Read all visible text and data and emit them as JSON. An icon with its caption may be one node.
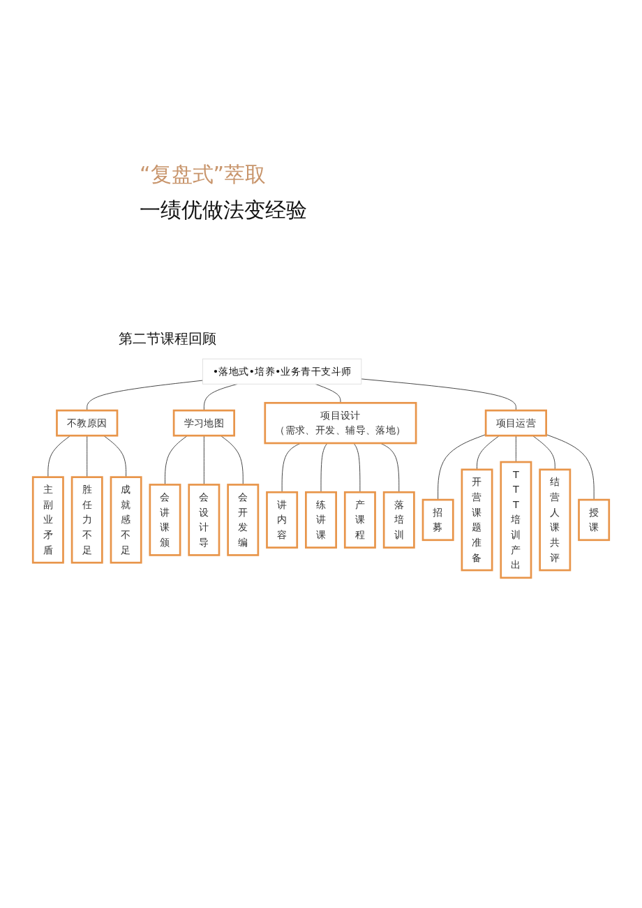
{
  "diagram": {
    "title": "“复盘式”萃取",
    "nodes": [
      {
        "text": [
          "•落地式•培养•业务青干支斗师"
        ]
      },
      {
        "text": [
          "不教原因"
        ]
      },
      {
        "text": [
          "学习地图"
        ]
      },
      {
        "text": [
          "项目设计",
          "（需求、开发、辅导、落地）"
        ]
      },
      {
        "text": [
          "项目运营"
        ]
      },
      {
        "text": [
          "主副业矛盾"
        ]
      },
      {
        "text": [
          "胜任力不足"
        ]
      },
      {
        "text": [
          "成就感不足"
        ]
      },
      {
        "text": [
          "会讲课颁"
        ]
      },
      {
        "text": [
          "会设计导"
        ]
      },
      {
        "text": [
          "会开发编"
        ]
      },
      {
        "text": [
          "讲内容"
        ]
      },
      {
        "text": [
          "练讲课"
        ]
      },
      {
        "text": [
          "产课程"
        ]
      },
      {
        "text": [
          "落培训"
        ]
      },
      {
        "text": [
          "招募"
        ]
      },
      {
        "text": [
          "开营课题准备"
        ]
      },
      {
        "text": [
          "TTT培训产出"
        ]
      },
      {
        "text": [
          "结营人课共评"
        ]
      },
      {
        "text": [
          "授课"
        ]
      }
    ],
    "edges": [
      {
        "from": 0,
        "to": 1,
        "arrow": "none"
      },
      {
        "from": 0,
        "to": 2,
        "arrow": "none"
      },
      {
        "from": 0,
        "to": 3,
        "arrow": "none"
      },
      {
        "from": 0,
        "to": 4,
        "arrow": "none"
      },
      {
        "from": 1,
        "to": 5,
        "arrow": "none"
      },
      {
        "from": 1,
        "to": 6,
        "arrow": "none"
      },
      {
        "from": 1,
        "to": 7,
        "arrow": "none"
      },
      {
        "from": 2,
        "to": 8,
        "arrow": "none"
      },
      {
        "from": 2,
        "to": 9,
        "arrow": "none"
      },
      {
        "from": 2,
        "to": 10,
        "arrow": "none"
      },
      {
        "from": 3,
        "to": 11,
        "arrow": "none"
      },
      {
        "from": 3,
        "to": 12,
        "arrow": "none"
      },
      {
        "from": 3,
        "to": 13,
        "arrow": "none"
      },
      {
        "from": 3,
        "to": 14,
        "arrow": "none"
      },
      {
        "from": 4,
        "to": 15,
        "arrow": "none"
      },
      {
        "from": 4,
        "to": 16,
        "arrow": "none"
      },
      {
        "from": 4,
        "to": 17,
        "arrow": "none"
      },
      {
        "from": 4,
        "to": 18,
        "arrow": "none"
      },
      {
        "from": 4,
        "to": 19,
        "arrow": "none"
      }
    ],
    "labels": [
      "一绩优做法变经验",
      "第二节课程回顾"
    ]
  }
}
